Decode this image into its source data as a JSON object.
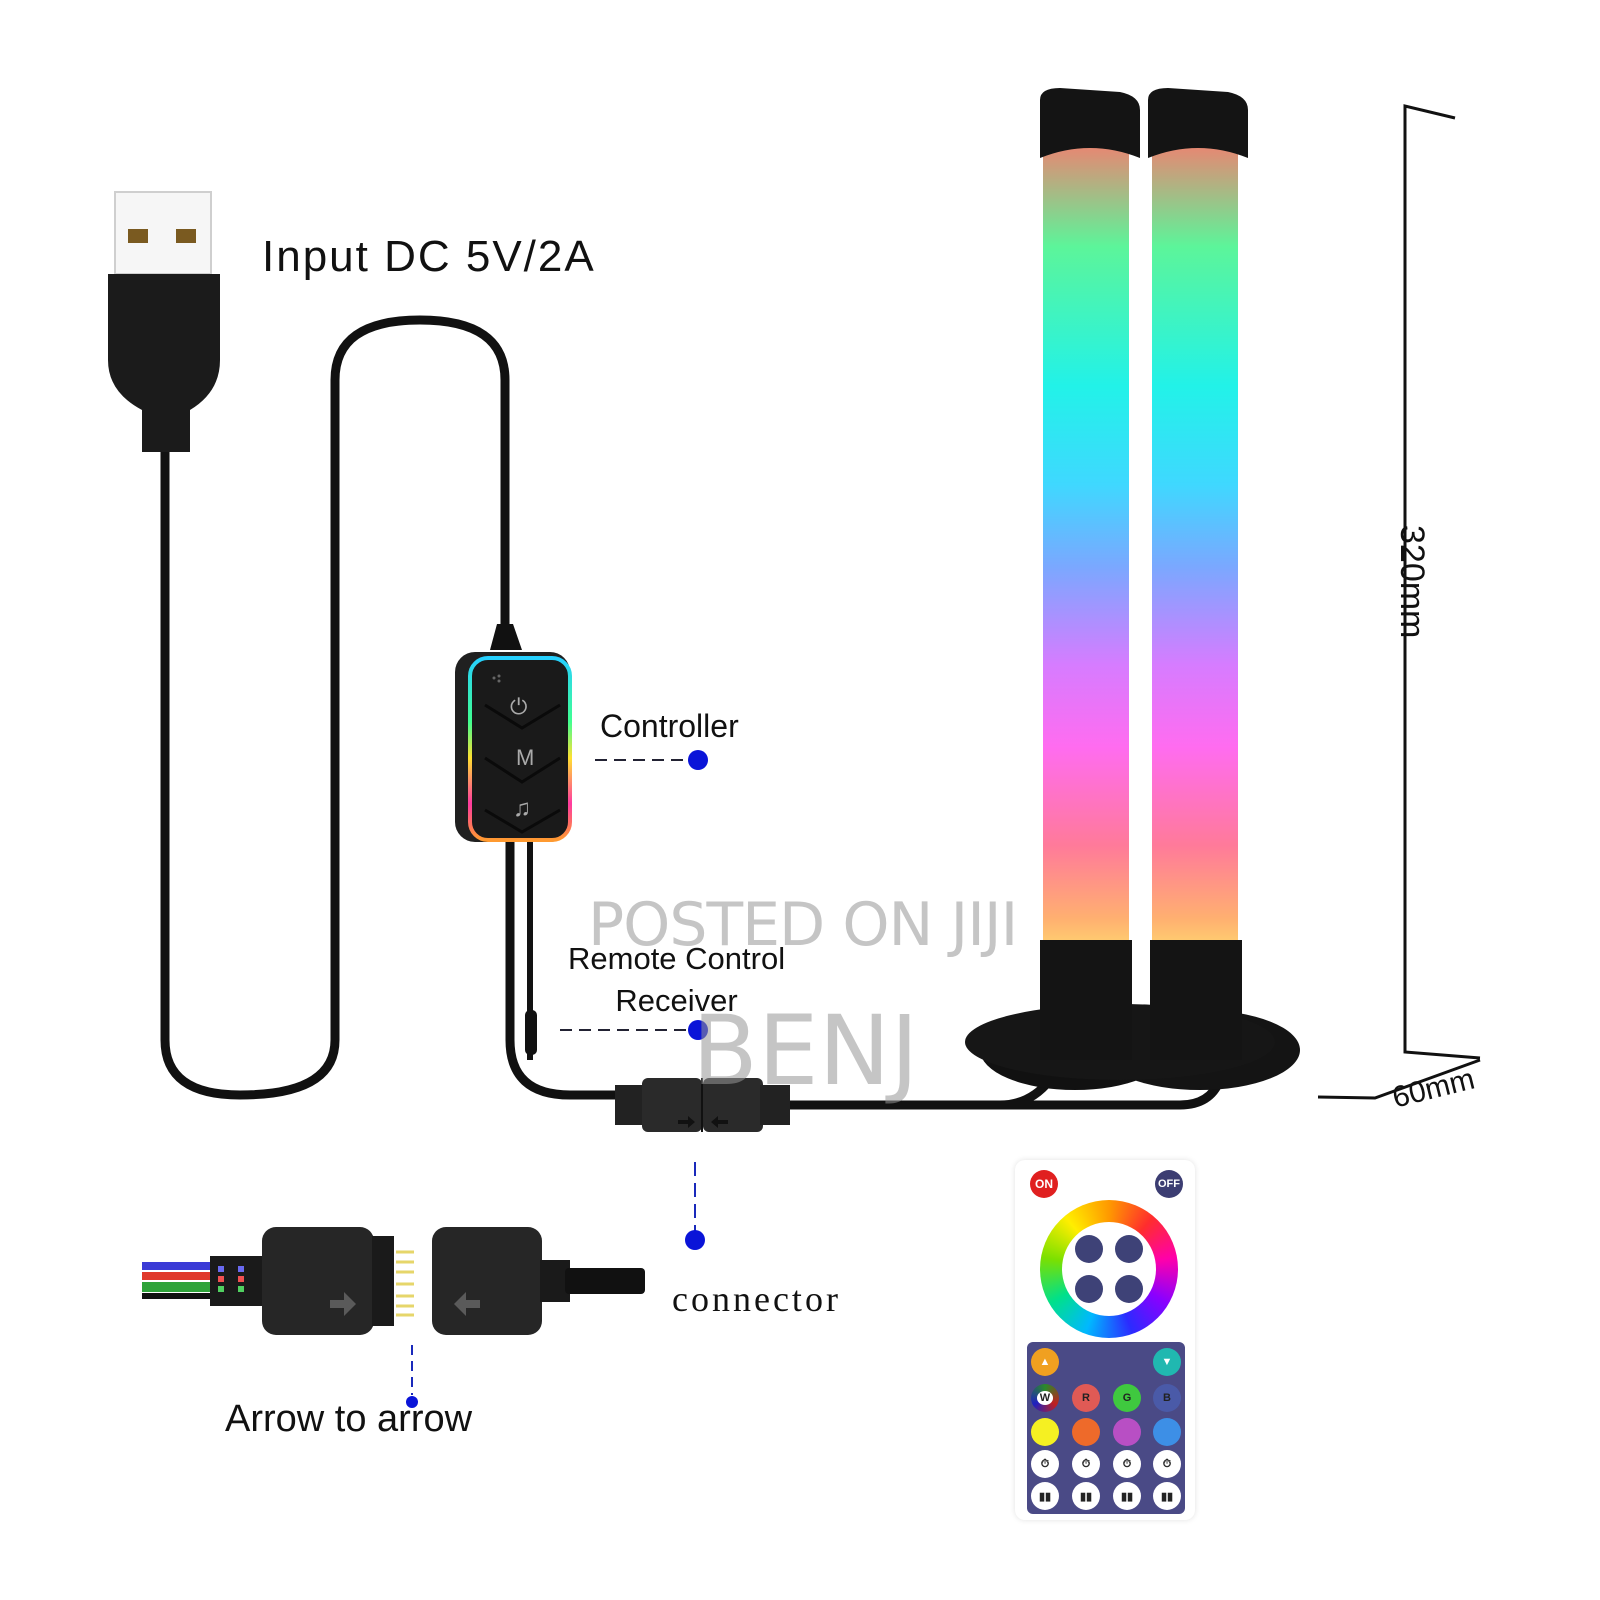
{
  "labels": {
    "input": "Input DC 5V/2A",
    "controller": "Controller",
    "remote_line1": "Remote Control",
    "remote_line2": "Receiver",
    "connector": "connector",
    "arrow_to_arrow": "Arrow to arrow",
    "height": "320mm",
    "width": "60mm"
  },
  "watermark": {
    "line1": "POSTED ON JIJI",
    "line2": "BENJ"
  },
  "controller_buttons": [
    {
      "icon": "power-icon",
      "glyph": "⏻"
    },
    {
      "icon": "mode-icon",
      "glyph": "M"
    },
    {
      "icon": "music-icon",
      "glyph": "♫"
    }
  ],
  "remote": {
    "on_label": "ON",
    "off_label": "OFF",
    "color_row_1": [
      "W",
      "R",
      "G",
      "B"
    ],
    "colors": {
      "row1": [
        "#ffffff",
        "#e05a55",
        "#3fc93f",
        "#4a5aa8"
      ],
      "row2": [
        "#f5f022",
        "#ee6a2a",
        "#b84fc4",
        "#3d8fe6"
      ]
    }
  },
  "colors": {
    "callout_dot": "#0a14d8",
    "cable": "#111111",
    "light_gradient": [
      "#f08070",
      "#5cf59a",
      "#22f2e8",
      "#3fd8ff",
      "#7aa8ff",
      "#d67cff",
      "#ff6cf0",
      "#ff7a9a",
      "#ffb070",
      "#ffe070"
    ]
  }
}
